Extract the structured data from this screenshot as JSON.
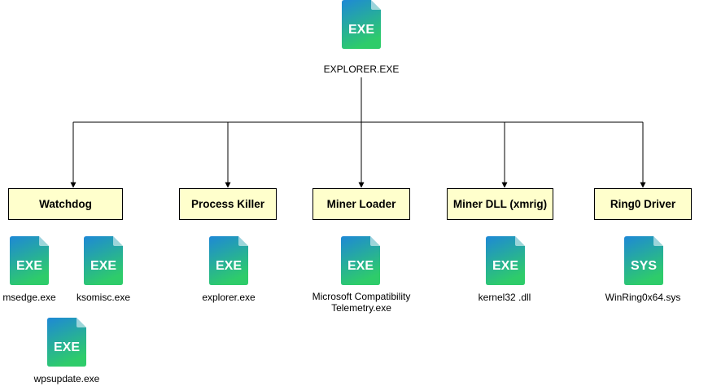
{
  "colors": {
    "box_fill": "#ffffcc",
    "icon_gradient_top": "#1e88d6",
    "icon_gradient_bottom": "#2ecc6a",
    "connector": "#000000"
  },
  "root": {
    "icon_text": "EXE",
    "label": "EXPLORER.EXE",
    "icon": "exe-file-icon"
  },
  "modules": [
    {
      "name": "Watchdog"
    },
    {
      "name": "Process Killer"
    },
    {
      "name": "Miner Loader"
    },
    {
      "name": "Miner DLL (xmrig)"
    },
    {
      "name": "Ring0 Driver"
    }
  ],
  "files": [
    {
      "icon_text": "EXE",
      "label": "msedge.exe",
      "icon": "exe-file-icon"
    },
    {
      "icon_text": "EXE",
      "label": "ksomisc.exe",
      "icon": "exe-file-icon"
    },
    {
      "icon_text": "EXE",
      "label": "wpsupdate.exe",
      "icon": "exe-file-icon"
    },
    {
      "icon_text": "EXE",
      "label": "explorer.exe",
      "icon": "exe-file-icon"
    },
    {
      "icon_text": "EXE",
      "label": "Microsoft Compatibility Telemetry.exe",
      "icon": "exe-file-icon"
    },
    {
      "icon_text": "EXE",
      "label": "kernel32 .dll",
      "icon": "exe-file-icon"
    },
    {
      "icon_text": "SYS",
      "label": "WinRing0x64.sys",
      "icon": "sys-file-icon"
    }
  ]
}
